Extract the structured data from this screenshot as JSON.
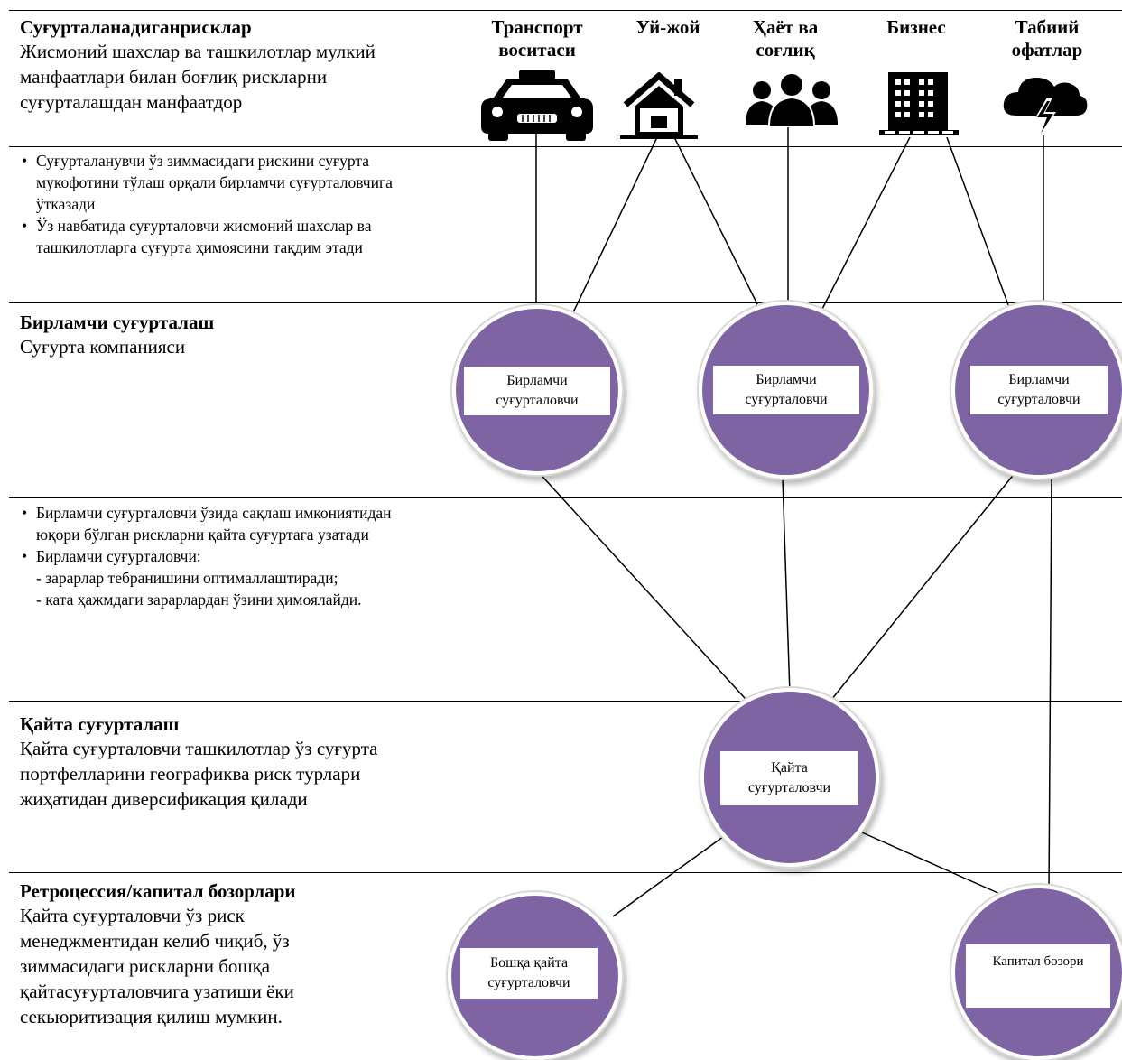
{
  "sections": {
    "insured": {
      "title": "Суғурталанадиганрисклар",
      "text": "Жисмоний шахслар ва ташкилотлар мулкий манфаатлари билан боғлиқ рискларни суғурталашдан манфаатдор"
    },
    "transfer_bullets": [
      "Суғурталанувчи ўз зиммасидаги рискини суғурта мукофотини тўлаш орқали бирламчи суғурталовчига ўтказади",
      "Ўз навбатида суғурталовчи жисмоний шахслар ва ташкилотларга суғурта ҳимоясини тақдим этади"
    ],
    "primary": {
      "title": "Бирламчи суғурталаш",
      "text": "Суғурта компанияси"
    },
    "primary_bullets": {
      "b1": "Бирламчи суғурталовчи ўзида сақлаш имкониятидан юқори бўлган рискларни қайта суғуртага узатади",
      "b2": "Бирламчи суғурталовчи:",
      "b2_line1": "- зарарлар тебранишини оптималлаштиради;",
      "b2_line2": "- ката ҳажмдаги зарарлардан ўзини ҳимоялайди."
    },
    "reinsurance": {
      "title": "Қайта суғурталаш",
      "text": "Қайта суғурталовчи ташкилотлар ўз суғурта портфелларини географиква риск турлари жиҳатидан диверсификация қилади"
    },
    "retro": {
      "title": "Ретроцессия/капитал бозорлари",
      "text": "Қайта суғурталовчи ўз риск менеджментидан келиб чиқиб, ўз зиммасидаги рискларни бошқа қайтасуғурталовчига узатиши ёки секьюритизация қилиш мумкин."
    }
  },
  "categories": [
    {
      "line1": "Транспорт",
      "line2": "воситаси",
      "icon": "car-icon"
    },
    {
      "line1": "Уй-жой",
      "line2": "",
      "icon": "house-icon"
    },
    {
      "line1": "Ҳаёт ва",
      "line2": "соғлиқ",
      "icon": "people-icon"
    },
    {
      "line1": "Бизнес",
      "line2": "",
      "icon": "building-icon"
    },
    {
      "line1": "Табиий",
      "line2": "офатлар",
      "icon": "storm-cloud-icon"
    }
  ],
  "nodes": {
    "primary1": {
      "line1": "Бирламчи",
      "line2": "суғурталовчи"
    },
    "primary2": {
      "line1": "Бирламчи",
      "line2": "суғурталовчи"
    },
    "primary3": {
      "line1": "Бирламчи",
      "line2": "суғурталовчи"
    },
    "reinsurer": {
      "line1": "Қайта",
      "line2": "суғурталовчи"
    },
    "other_reinsurer": {
      "line1": "Бошқа қайта",
      "line2": "суғурталовчи"
    },
    "capital_market": {
      "line1": "Капитал бозори",
      "line2": ""
    }
  },
  "colors": {
    "node_fill": "#7f64a3",
    "line": "#000000"
  }
}
